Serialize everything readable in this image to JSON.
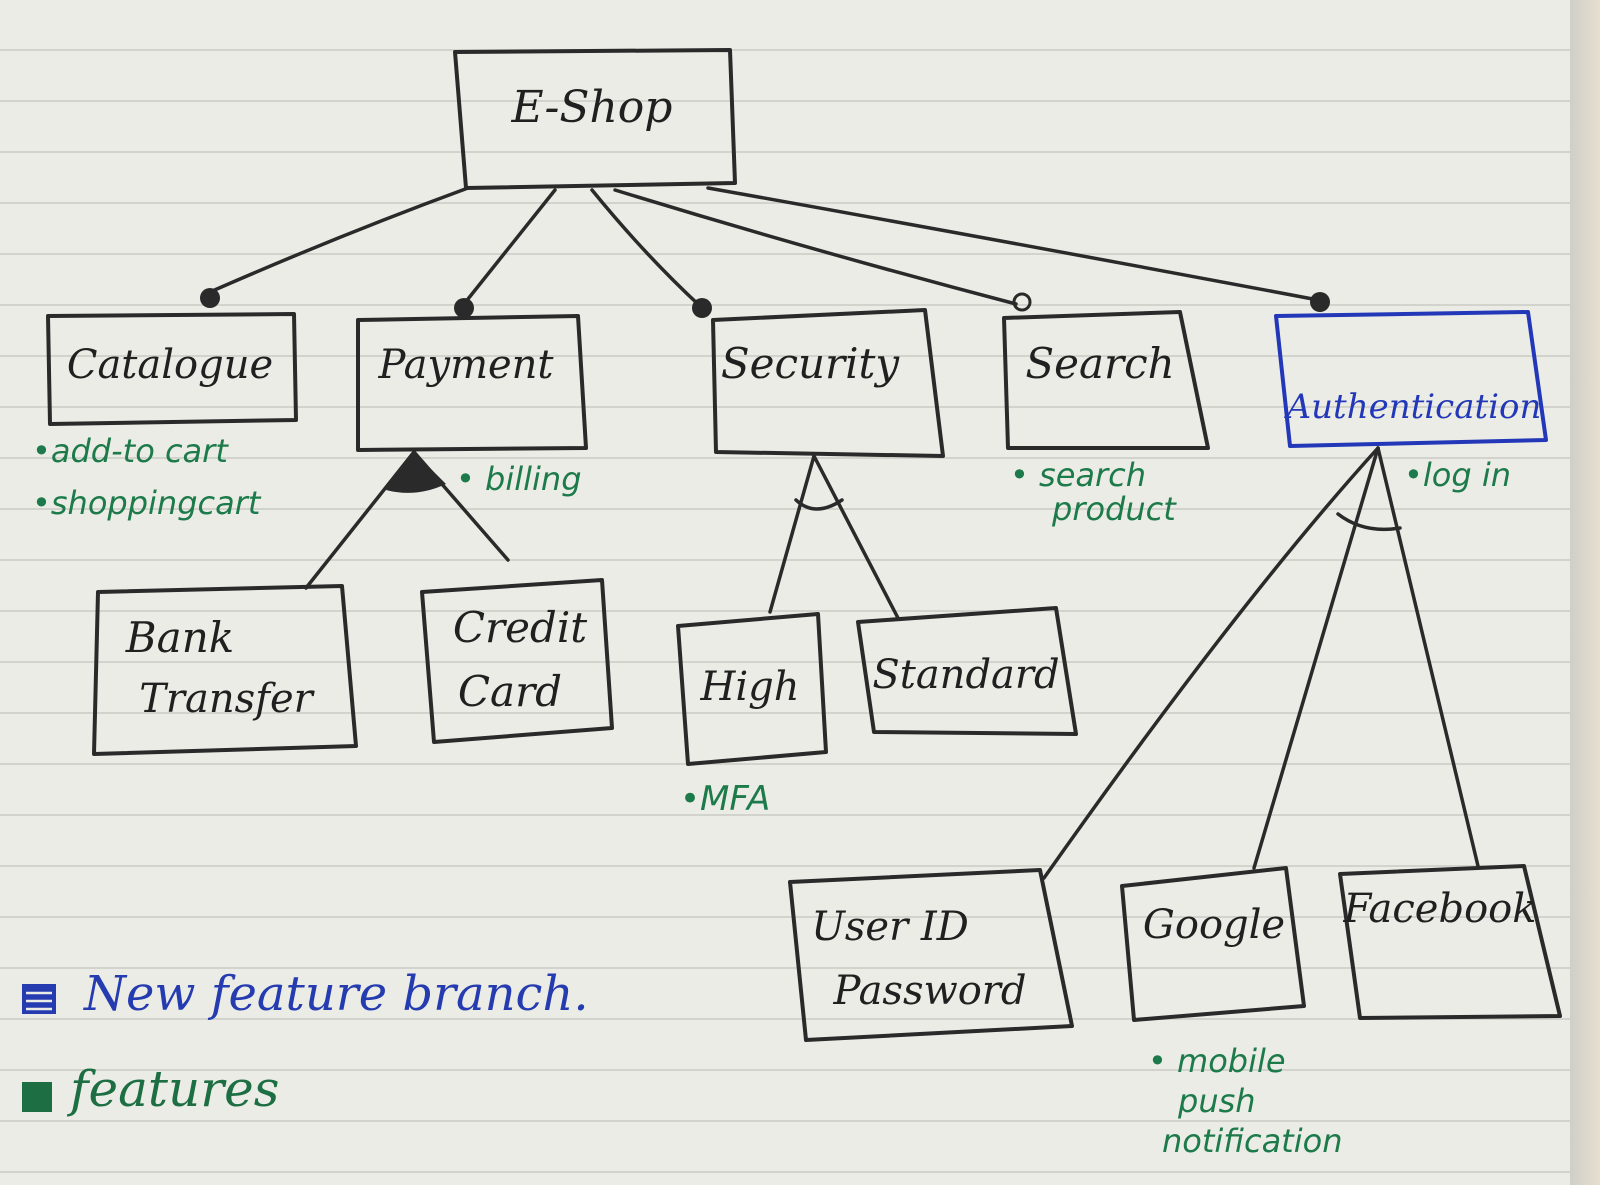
{
  "diagram": {
    "root": "E-Shop",
    "nodes": {
      "catalogue": "Catalogue",
      "payment": "Payment",
      "security": "Security",
      "search": "Search",
      "authentication": "Authentication",
      "bank_transfer": [
        "Bank",
        "Transfer"
      ],
      "credit_card": [
        "Credit",
        "Card"
      ],
      "high": "High",
      "standard": "Standard",
      "user_id_password": [
        "User ID",
        "Password"
      ],
      "google": "Google",
      "facebook": "Facebook"
    },
    "notes": {
      "catalogue": [
        "•add-to cart",
        "•shoppingcart"
      ],
      "payment": "• billing",
      "search": [
        "• search",
        "product"
      ],
      "authentication": "•log in",
      "high": "•MFA",
      "google": [
        "• mobile",
        "push",
        "notification"
      ]
    },
    "legend": {
      "new_feature_branch": "New feature branch.",
      "features": "features"
    },
    "colors": {
      "ink": "#2a2a2a",
      "new_feature_blue": "#2338b8",
      "feature_note_green": "#1d7a4a"
    }
  }
}
